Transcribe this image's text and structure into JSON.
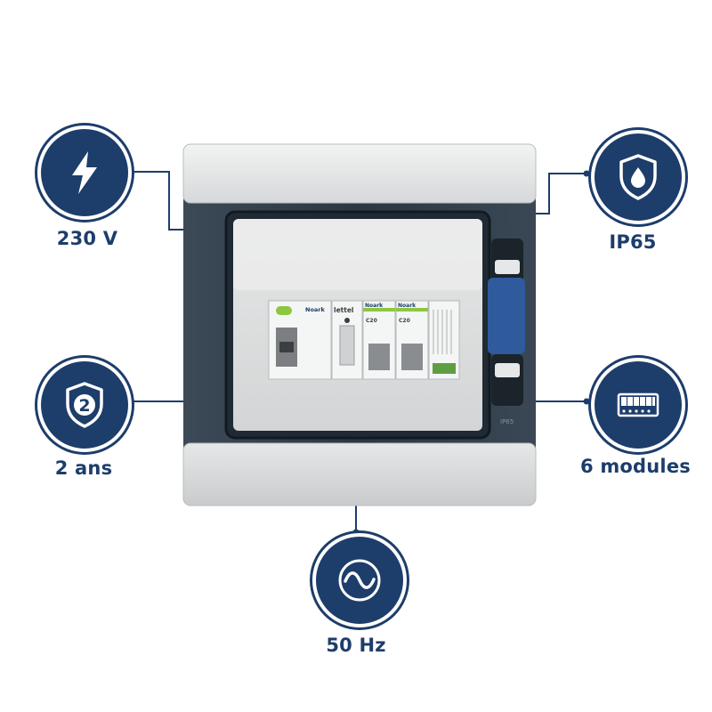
{
  "colors": {
    "brand": "#1d3d6b",
    "background": "#ffffff"
  },
  "features": [
    {
      "id": "voltage",
      "icon": "lightning-bolt-icon",
      "label": "230 V"
    },
    {
      "id": "protection",
      "icon": "shield-water-drop-icon",
      "label": "IP65"
    },
    {
      "id": "warranty",
      "icon": "shield-number-icon",
      "number": "2",
      "label": "2 ans"
    },
    {
      "id": "modules",
      "icon": "modules-rail-icon",
      "label": "6 modules"
    },
    {
      "id": "frequency",
      "icon": "sine-wave-icon",
      "label": "50 Hz"
    }
  ],
  "product": {
    "brand_noark_1": "Noark",
    "brand_lettel": "lettel",
    "brand_noark_2": "Noark",
    "brand_noark_3": "Noark",
    "breaker_rating_1": "C20",
    "breaker_rating_2": "C20",
    "ip_marking": "IP65"
  }
}
